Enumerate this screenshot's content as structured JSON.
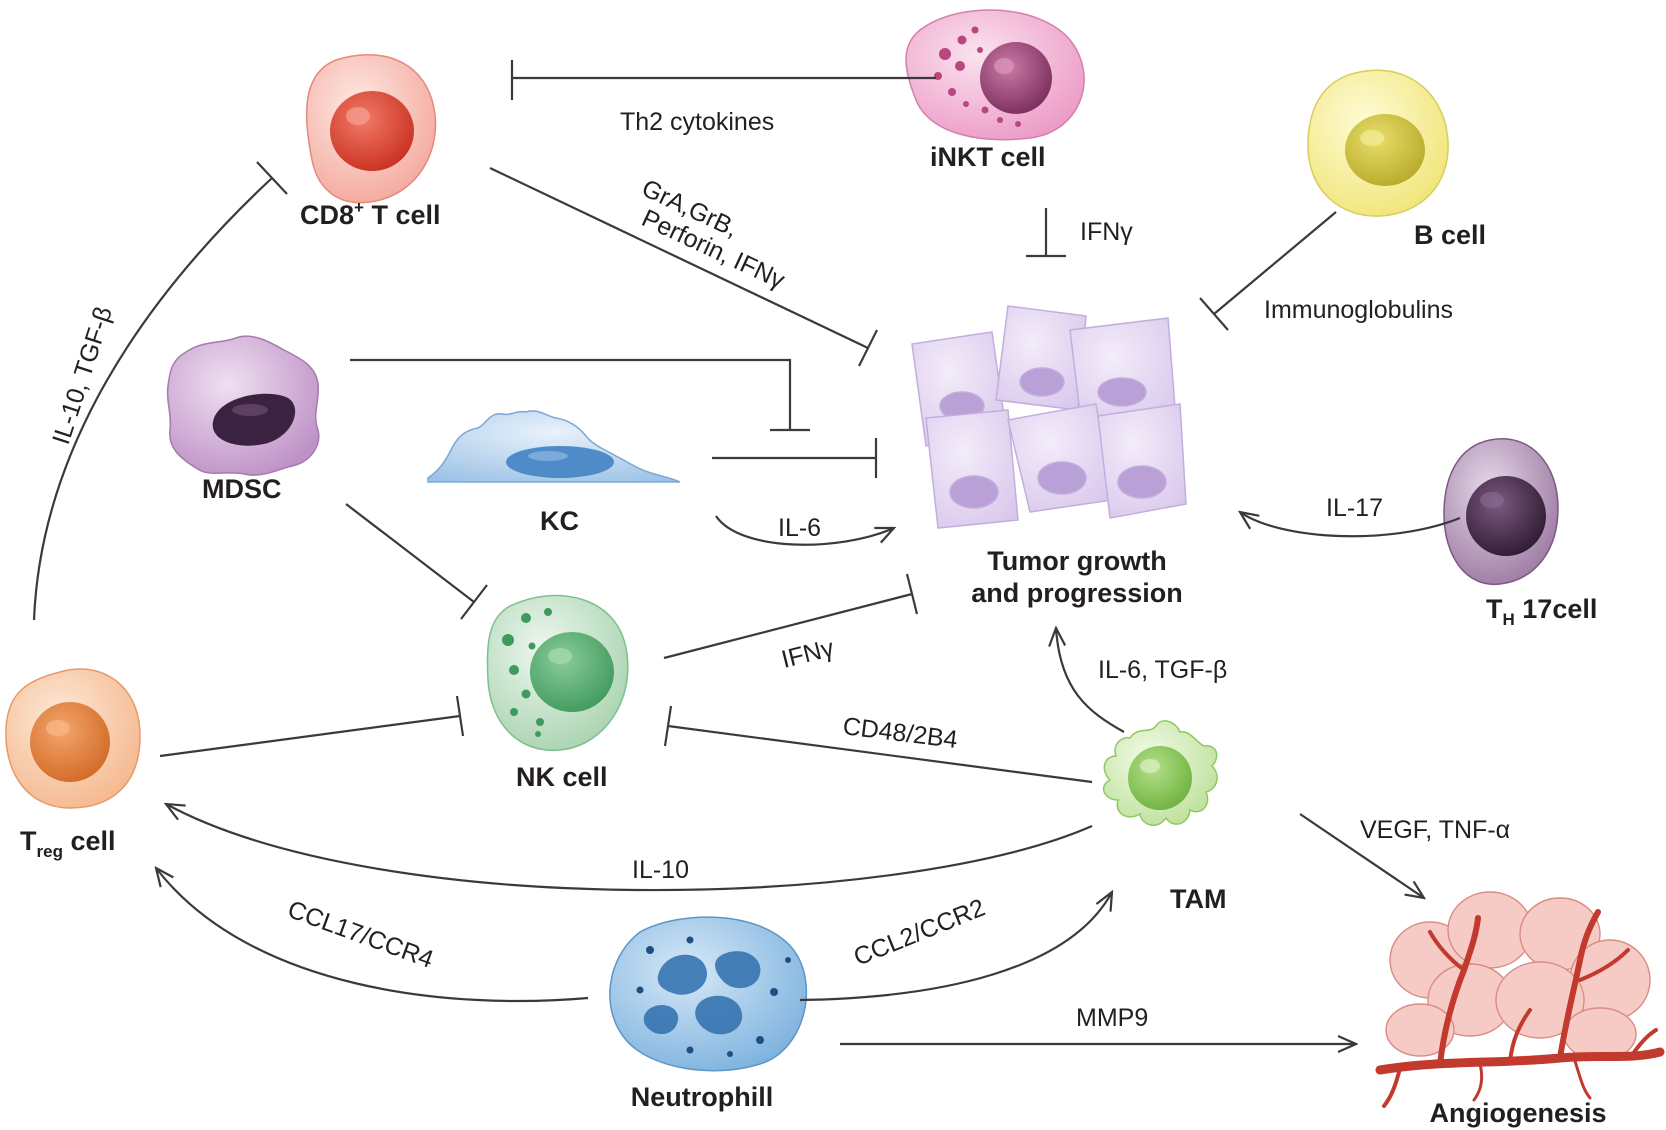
{
  "cells": {
    "cd8": "CD8",
    "cd8_sup": "+",
    "cd8_suffix": " T cell",
    "inkt": "iNKT cell",
    "bcell": "B cell",
    "mdsc": "MDSC",
    "kc": "KC",
    "tumor_line1": "Tumor growth",
    "tumor_line2": "and progression",
    "th17_main": "T",
    "th17_sub": "H",
    "th17_suffix": " 17cell",
    "treg_main": "T",
    "treg_sub": "reg",
    "treg_suffix": " cell",
    "nk": "NK cell",
    "tam": "TAM",
    "neutrophil": "Neutrophill",
    "angiogenesis": "Angiogenesis"
  },
  "edges": {
    "th2": "Th2 cytokines",
    "cd8_line1": "GrA,GrB,",
    "cd8_line2": "Perforin, IFNγ",
    "inkt_ifng": "IFNγ",
    "immunoglobulins": "Immunoglobulins",
    "il10_tgfb": "IL-10, TGF-β",
    "kc_il6": "IL-6",
    "il17": "IL-17",
    "nk_ifng": "IFNγ",
    "tam_il6": "IL-6, TGF-β",
    "cd48": "CD48/2B4",
    "il10": "IL-10",
    "vegf": "VEGF, TNF-α",
    "ccl17": "CCL17/CCR4",
    "ccl2": "CCL2/CCR2",
    "mmp9": "MMP9"
  },
  "colors": {
    "cd8": "#e8594a",
    "inkt": "#d86aa6",
    "bcell": "#e6df62",
    "mdsc": "#b98ac0",
    "kc": "#8cb6e0",
    "tumor": "#d9c8ec",
    "th17": "#6e4a72",
    "treg": "#f3a272",
    "nk": "#8fc79c",
    "tam": "#a8d77c",
    "neutrophil": "#6aa6d8",
    "angio_vessel": "#c23a2e",
    "angio_cell": "#f2b9b4"
  }
}
